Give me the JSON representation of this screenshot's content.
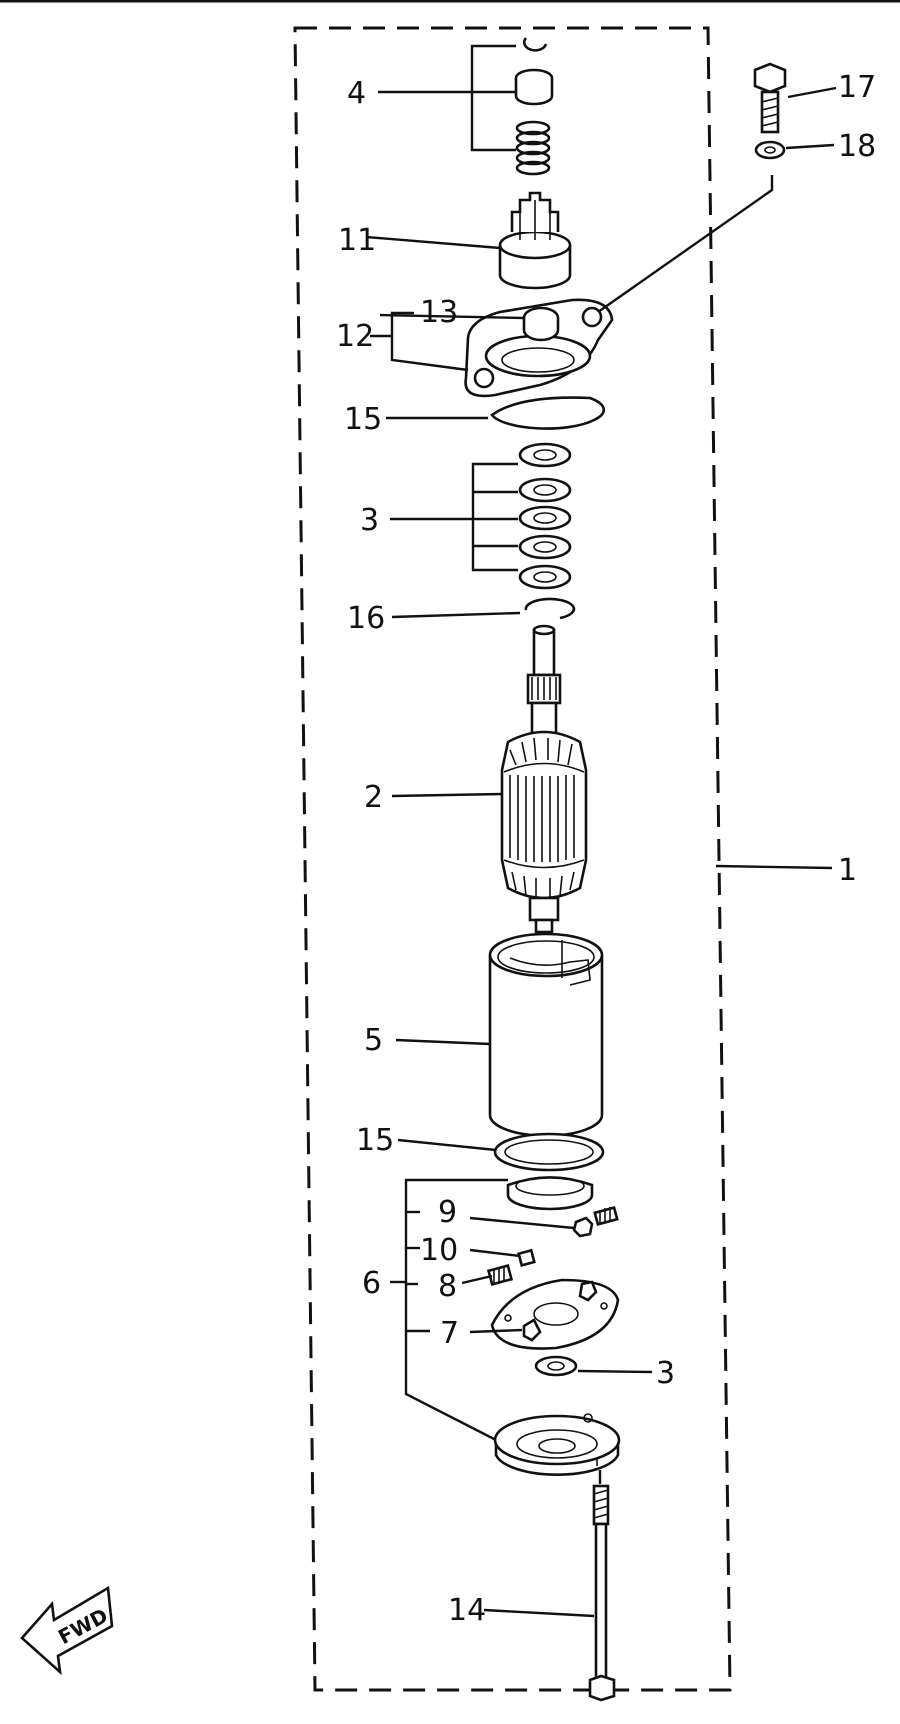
{
  "labels": {
    "l1": "1",
    "l2": "2",
    "l3a": "3",
    "l3b": "3",
    "l4": "4",
    "l5": "5",
    "l6": "6",
    "l7": "7",
    "l8": "8",
    "l9": "9",
    "l10": "10",
    "l11": "11",
    "l12": "12",
    "l13": "13",
    "l14": "14",
    "l15a": "15",
    "l15b": "15",
    "l16": "16",
    "l17": "17",
    "l18": "18"
  },
  "fwd": "FWD",
  "icons": {
    "direction": "fwd-arrow-icon"
  }
}
